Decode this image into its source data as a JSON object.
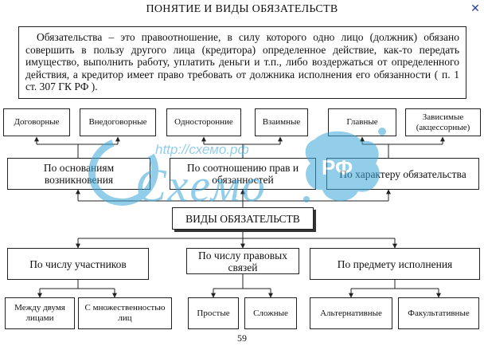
{
  "title": "ПОНЯТИЕ И ВИДЫ ОБЯЗАТЕЛЬСТВ",
  "definition": "Обязательства – это правоотношение, в силу которого одно лицо (должник) обязано совершить в пользу другого лица (кредитора) определенное действие, как-то передать имущество, выполнить работу, уплатить деньги и т.п., либо воздержаться от определенного действия, а кредитор имеет право требовать от должника исполнения его обязанности ( п. 1 ст. 307 ГК РФ ).",
  "top_types": [
    "Договорные",
    "Внедоговорные",
    "Односторонние",
    "Взаимные",
    "Главные",
    "Зависимые (акцессорные)"
  ],
  "criteria_top": [
    "По основаниям возникновения",
    "По соотношению прав и обязанностей",
    "По характеру обязательства"
  ],
  "center": "ВИДЫ ОБЯЗАТЕЛЬСТВ",
  "criteria_bottom": [
    "По числу участников",
    "По числу правовых связей",
    "По предмету исполнения"
  ],
  "bottom_types": [
    "Между двумя лицами",
    "С множественностью лиц",
    "Простые",
    "Сложные",
    "Альтернативные",
    "Факультативные"
  ],
  "watermark": {
    "url": "http://схемо.рф",
    "brand": "Схемо",
    "badge": "РФ",
    "color": "#3aa6d8"
  },
  "page_number": "59",
  "icons": {
    "close": "close-icon"
  },
  "colors": {
    "border": "#222222",
    "watermark": "#3aa6d8",
    "close": "#2a3f9e"
  }
}
